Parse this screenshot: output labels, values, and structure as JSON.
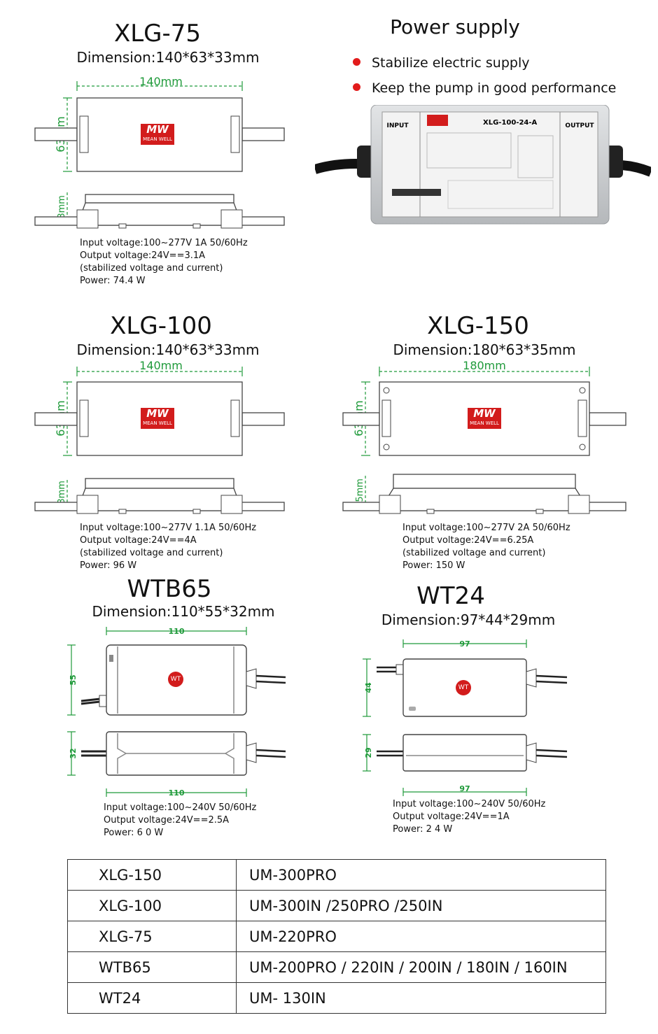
{
  "xlg75": {
    "title": "XLG-75",
    "dimension": "Dimension:140*63*33mm",
    "length": "140mm",
    "width": "63mm",
    "height": "33mm",
    "specs": [
      "Input voltage:100~277V  1A 50/60Hz",
      "Output voltage:24V==3.1A",
      "(stabilized voltage and current)",
      "Power: 74.4 W"
    ]
  },
  "power_supply": {
    "title": "Power supply",
    "bullets": [
      "Stabilize electric supply",
      "Keep the pump in good performance"
    ],
    "label_input": "INPUT",
    "label_output": "OUTPUT",
    "model": "XLG-100-24-A"
  },
  "xlg100": {
    "title": "XLG-100",
    "dimension": "Dimension:140*63*33mm",
    "length": "140mm",
    "width": "63mm",
    "height": "33mm",
    "specs": [
      "Input voltage:100~277V  1.1A 50/60Hz",
      "Output voltage:24V==4A",
      "(stabilized voltage and current)",
      "Power: 96 W"
    ]
  },
  "xlg150": {
    "title": "XLG-150",
    "dimension": "Dimension:180*63*35mm",
    "length": "180mm",
    "width": "63mm",
    "height": "35mm",
    "specs": [
      "Input voltage:100~277V  2A 50/60Hz",
      "Output voltage:24V==6.25A",
      "(stabilized voltage and current)",
      "Power: 150 W"
    ]
  },
  "wtb65": {
    "title": "WTB65",
    "dimension": "Dimension:110*55*32mm",
    "length": "110",
    "width": "55",
    "height": "32",
    "specs": [
      "Input voltage:100~240V  50/60Hz",
      "Output voltage:24V==2.5A",
      "Power: 6 0 W"
    ]
  },
  "wt24": {
    "title": "WT24",
    "dimension": "Dimension:97*44*29mm",
    "length": "97",
    "width": "44",
    "height": "29",
    "specs": [
      "Input voltage:100~240V  50/60Hz",
      "Output voltage:24V==1A",
      "Power: 2 4 W"
    ]
  },
  "logo": {
    "mw": "MW",
    "brand": "MEAN WELL",
    "wt": "WT"
  },
  "table": [
    {
      "model": "XLG-150",
      "pumps": "UM-300PRO"
    },
    {
      "model": "XLG-100",
      "pumps": "UM-300IN /250PRO /250IN"
    },
    {
      "model": "XLG-75",
      "pumps": "UM-220PRO"
    },
    {
      "model": "WTB65",
      "pumps": "UM-200PRO / 220IN / 200IN / 180IN / 160IN"
    },
    {
      "model": "WT24",
      "pumps": "UM- 130IN"
    }
  ]
}
